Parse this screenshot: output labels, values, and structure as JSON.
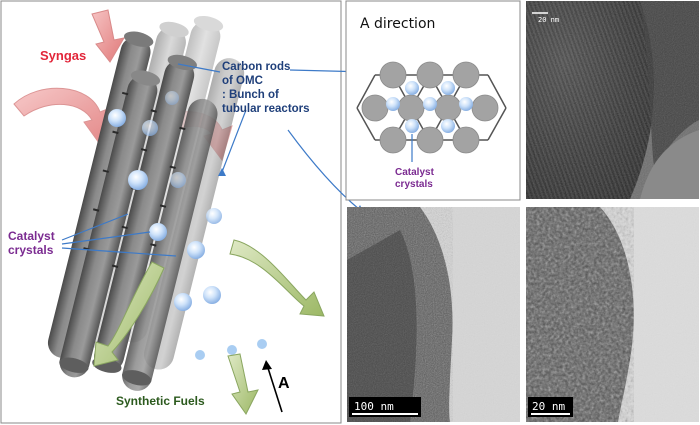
{
  "labels": {
    "syngas": "Syngas",
    "carbon_rods": [
      "Carbon rods",
      "of OMC",
      ": Bunch of",
      "tubular reactors"
    ],
    "catalyst_main": [
      "Catalyst",
      "crystals"
    ],
    "synthetic_fuels": "Synthetic Fuels",
    "a_marker": "A"
  },
  "direction_panel": {
    "title": "A direction",
    "catalyst_label": [
      "Catalyst",
      "crystals"
    ]
  },
  "micrographs": {
    "top_right_scale": "20 nm",
    "bottom_left_scale": "100 nm",
    "bottom_right_scale": "20 nm"
  },
  "colors": {
    "syngas": "#e2263a",
    "catalyst": "#7b2b91",
    "fuels": "#2c5a1e",
    "rod": "#6e6e6e",
    "crystal": "#a9cdf2",
    "leader": "#3d7ac8"
  }
}
